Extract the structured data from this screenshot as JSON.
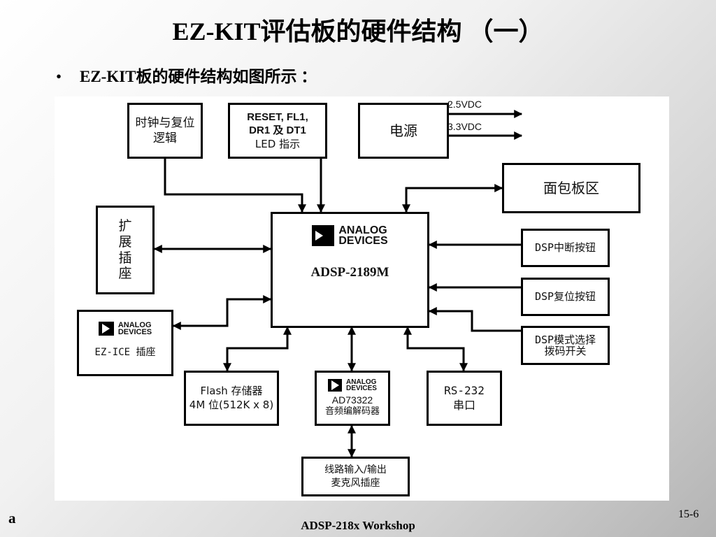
{
  "slide": {
    "title": "EZ-KIT评估板的硬件结构 （一）",
    "bullet_symbol": "•",
    "bullet_text": "EZ-KIT板的硬件结构如图所示 ："
  },
  "diagram": {
    "clock_reset": {
      "line1": "时钟与复位",
      "line2": "逻辑"
    },
    "led_status": {
      "line1": "RESET, FL1,",
      "line2": "DR1 及 DT1",
      "line3": "LED 指示"
    },
    "power": {
      "label": "电源",
      "out1": "2.5VDC",
      "out2": "3.3VDC"
    },
    "breadboard": {
      "label": "面包板区"
    },
    "expansion": {
      "chars": [
        "扩",
        "展",
        "插",
        "座"
      ]
    },
    "dsp": {
      "logo_line1": "ANALOG",
      "logo_line2": "DEVICES",
      "part": "ADSP-2189M"
    },
    "ezice": {
      "logo_line1": "ANALOG",
      "logo_line2": "DEVICES",
      "label": "EZ-ICE 插座"
    },
    "interrupt_button": {
      "label": "DSP中断按钮"
    },
    "reset_button": {
      "label": "DSP复位按钮"
    },
    "mode_switch": {
      "line1": "DSP模式选择",
      "line2": "拨码开关"
    },
    "flash": {
      "line1": "Flash 存储器",
      "line2": "4M 位(512K x 8)"
    },
    "codec": {
      "logo_line1": "ANALOG",
      "logo_line2": "DEVICES",
      "part": "AD73322",
      "desc": "音频编解码器"
    },
    "rs232": {
      "line1": "RS-232",
      "line2": "串口"
    },
    "audio_io": {
      "line1": "线路输入/输出",
      "line2": "麦克风插座"
    }
  },
  "footer": {
    "logo_letter": "a",
    "center_text": "ADSP-218x Workshop",
    "page_number": "15-6"
  },
  "colors": {
    "line": "#000000",
    "panel": "#ffffff"
  }
}
